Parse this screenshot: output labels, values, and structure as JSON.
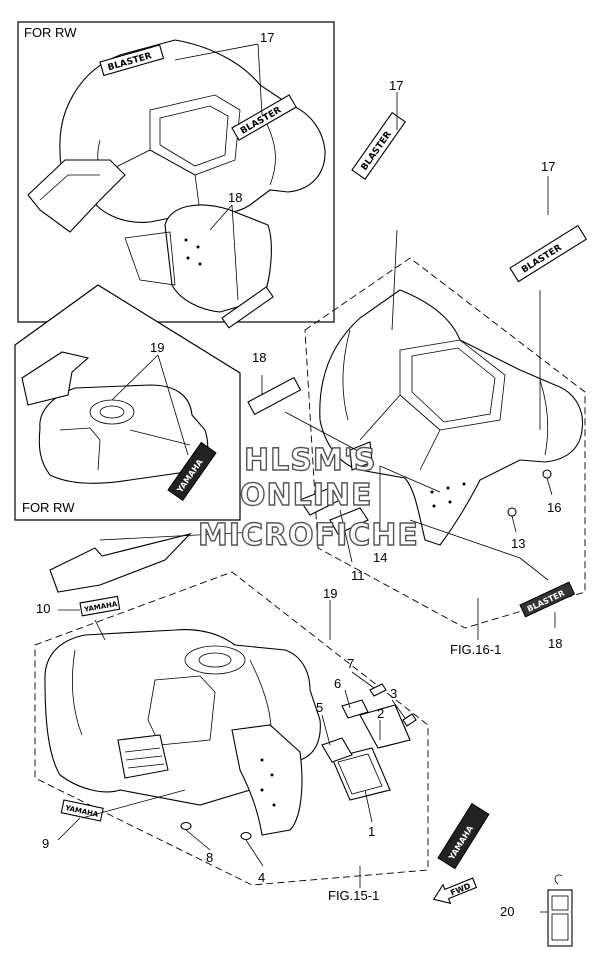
{
  "insets": {
    "rear_label": "FOR RW",
    "front_label": "FOR RW"
  },
  "figure_refs": {
    "rear": "FIG.16-1",
    "front": "FIG.15-1"
  },
  "watermark": {
    "line1": "HLSM'S",
    "line2": "ONLINE",
    "line3": "MICROFICHE"
  },
  "decals": {
    "blaster": "BLASTER",
    "yamaha": "YAMAHA",
    "fwd": "FWD"
  },
  "callouts": {
    "p1": "1",
    "p2": "2",
    "p3": "3",
    "p4": "4",
    "p5": "5",
    "p6": "6",
    "p7": "7",
    "p8": "8",
    "p9": "9",
    "p10": "10",
    "p11": "11",
    "p13": "13",
    "p14": "14",
    "p16": "16",
    "p17a": "17",
    "p17b": "17",
    "p17c": "17",
    "p18a": "18",
    "p18b": "18",
    "p18c": "18",
    "p19a": "19",
    "p19b": "19",
    "p20": "20"
  }
}
